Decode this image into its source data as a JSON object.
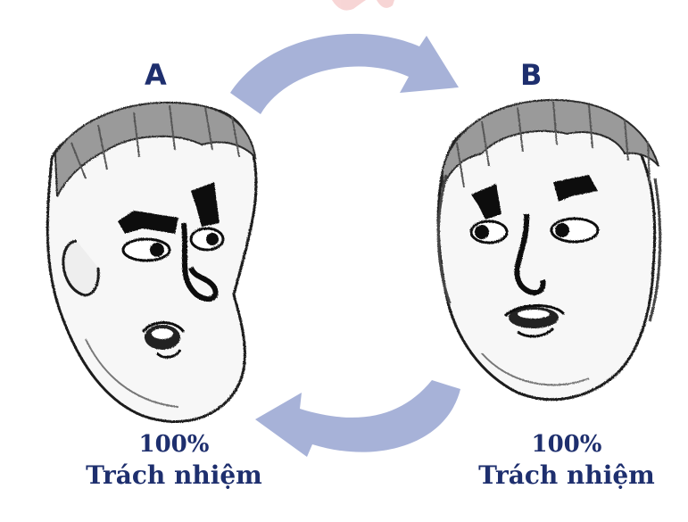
{
  "person_a": {
    "label": "A",
    "percent": "100%",
    "caption": "Trách nhiệm"
  },
  "person_b": {
    "label": "B",
    "percent": "100%",
    "caption": "Trách nhiệm"
  },
  "colors": {
    "label_text": "#1e2f6e",
    "arrow_fill": "#a7b2d8",
    "sketch_stroke": "#1a1a1a",
    "skin_shade": "#e9e9e9"
  },
  "icons": {
    "top_arrow": "arrow-right-curved",
    "bottom_arrow": "arrow-left-curved"
  }
}
